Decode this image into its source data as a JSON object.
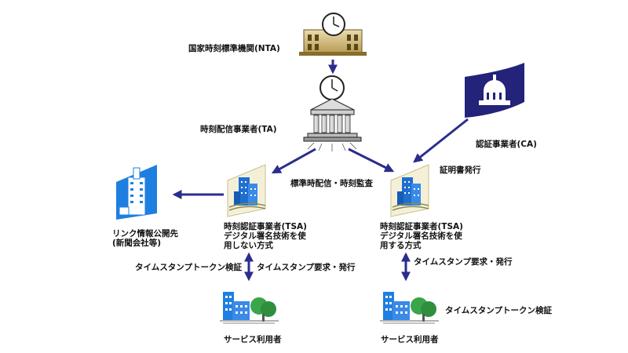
{
  "nodes": {
    "nta": "国家時刻標準機関(NTA)",
    "ta": "時刻配信事業者(TA)",
    "ca": "認証事業者(CA)",
    "link": "リンク情報公開先\n(新聞会社等)",
    "tsa_left": "時刻認証事業者(TSA)\nデジタル署名技術を使\n用しない方式",
    "tsa_right": "時刻認証事業者(TSA)\nデジタル署名技術を使\n用する方式",
    "user_left": "サービス利用者",
    "user_right": "サービス利用者"
  },
  "edges": {
    "ta_to_tsa": "標準時配信・時刻監査",
    "ca_to_tsa": "証明書発行",
    "left_verify": "タイムスタンプトークン検証",
    "left_request": "タイムスタンプ要求・発行",
    "right_request": "タイムスタンプ要求・発行",
    "right_verify": "タイムスタンプトークン検証"
  },
  "colors": {
    "arrow": "#2b2d8c",
    "building_blue": "#1f7fe0",
    "ca_navy": "#23237a",
    "tree_green": "#3aa54a"
  }
}
